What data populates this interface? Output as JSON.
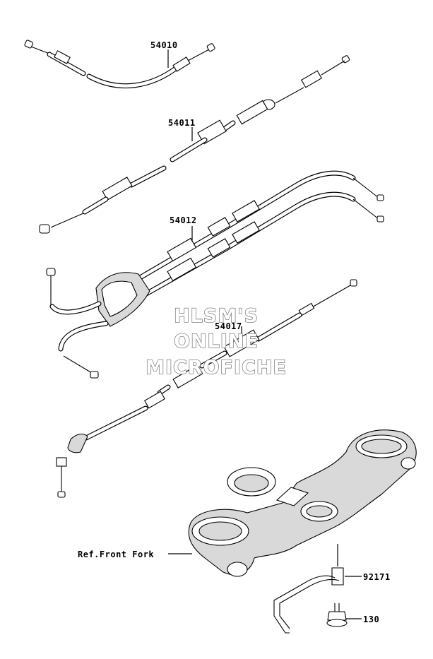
{
  "parts": {
    "p54010": "54010",
    "p54011": "54011",
    "p54012": "54012",
    "p54017": "54017",
    "p92171": "92171",
    "p130": "130",
    "ref_front_fork": "Ref.Front Fork"
  },
  "watermark": {
    "line1": "HLSM'S",
    "line2": "ONLINE",
    "line3": "MICROFICHE"
  }
}
